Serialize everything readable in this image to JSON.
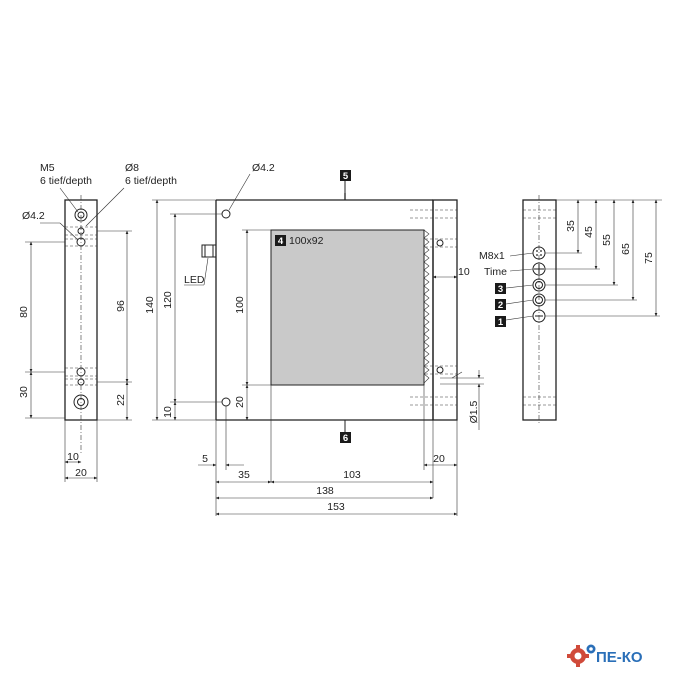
{
  "left_view": {
    "m5_label": "M5",
    "m5_depth": "6 tief/depth",
    "d8_label": "Ø8",
    "d8_depth": "6 tief/depth",
    "d42_label": "Ø4.2",
    "dim_80": "80",
    "dim_30": "30",
    "dim_96": "96",
    "dim_22": "22",
    "dim_10": "10",
    "dim_20": "20"
  },
  "center_view": {
    "d42_label": "Ø4.2",
    "led_label": "LED",
    "window_label": "100x92",
    "dim_140": "140",
    "dim_120": "120",
    "dim_100": "100",
    "dim_10_left": "10",
    "dim_20_left": "20",
    "dim_10_right": "10",
    "dim_d15": "Ø1.5",
    "dim_5": "5",
    "dim_35": "35",
    "dim_103": "103",
    "dim_20_bottom": "20",
    "dim_138": "138",
    "dim_153": "153"
  },
  "right_view": {
    "m8_label": "M8x1",
    "time_label": "Time",
    "dim_35": "35",
    "dim_45": "45",
    "dim_55": "55",
    "dim_65": "65",
    "dim_75": "75"
  },
  "callouts": {
    "c1": "1",
    "c2": "2",
    "c3": "3",
    "c4": "4",
    "c5": "5",
    "c6": "6"
  },
  "logo": {
    "text": "ПЕ-КО",
    "accent": "#2a6fb8",
    "gear_color": "#d04a3a"
  },
  "colors": {
    "line": "#222222",
    "window_fill": "#c9c9c9"
  }
}
